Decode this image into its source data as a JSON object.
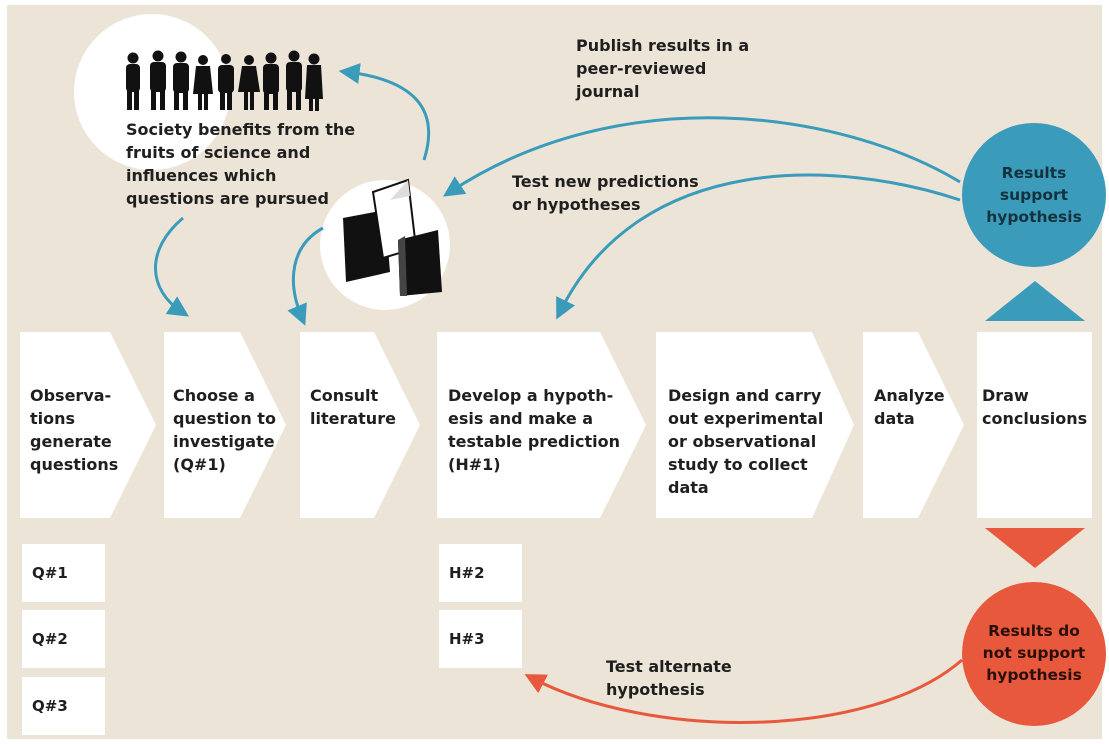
{
  "steps": [
    {
      "label": "Observa-\ntions\ngenerate\nquestions"
    },
    {
      "label": "Choose a\nquestion to\ninvestigate\n(Q#1)"
    },
    {
      "label": "Consult\nliterature"
    },
    {
      "label": "Develop a hypoth-\nesis and make a\ntestable prediction\n(H#1)"
    },
    {
      "label": "Design and carry\nout experimental\nor observational\nstudy to collect\ndata"
    },
    {
      "label": "Analyze\ndata"
    },
    {
      "label": "Draw\nconclusions"
    }
  ],
  "question_boxes": [
    "Q#1",
    "Q#2",
    "Q#3"
  ],
  "hypothesis_boxes": [
    "H#2",
    "H#3"
  ],
  "outcomes": {
    "support": "Results\nsupport\nhypothesis",
    "not_support": "Results do\nnot support\nhypothesis"
  },
  "labels": {
    "society": "Society benefits from the\nfruits of science and\ninfluences which\nquestions are pursued",
    "publish": "Publish results in a\npeer-reviewed\njournal",
    "test_new": "Test new predictions\nor hypotheses",
    "test_alternate": "Test alternate\nhypothesis"
  },
  "icons": {
    "people": "crowd-silhouette-icon",
    "journals": "journals-icon"
  },
  "colors": {
    "background": "#ece4d7",
    "step_fill": "#ffffff",
    "support": "#3a9bbb",
    "not_support": "#e8583c",
    "text": "#1f1f1f"
  }
}
